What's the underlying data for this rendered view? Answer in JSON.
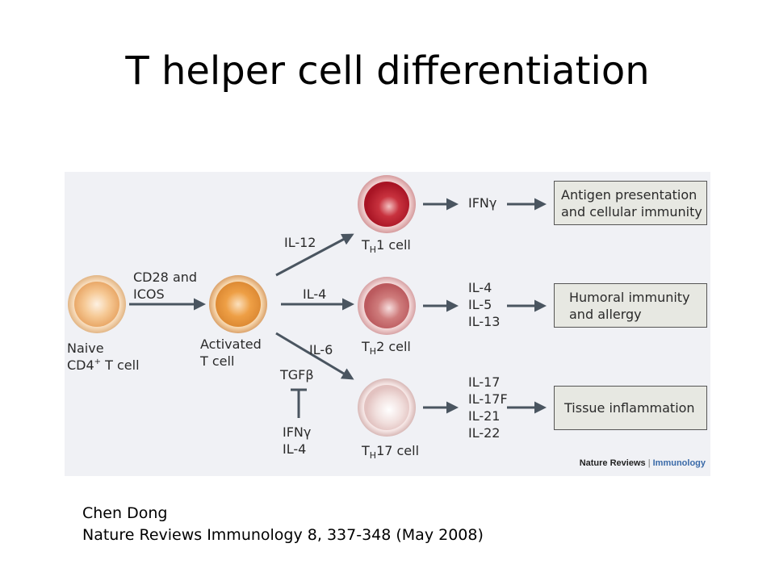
{
  "slide": {
    "title": "T helper cell differentiation"
  },
  "cells": {
    "naive_line1": "Naive",
    "naive_line2_prefix": "CD4",
    "naive_line2_sup": "+",
    "naive_line2_suffix": " T cell",
    "activated_line1": "Activated",
    "activated_line2": "T cell",
    "th1_t": "T",
    "th1_sub": "H",
    "th1_rest": "1 cell",
    "th2_t": "T",
    "th2_sub": "H",
    "th2_rest": "2 cell",
    "th17_t": "T",
    "th17_sub": "H",
    "th17_rest": "17 cell"
  },
  "signals": {
    "costim_line1": "CD28 and",
    "costim_line2": "ICOS",
    "il12": "IL-12",
    "il4": "IL-4",
    "il6": "IL-6",
    "tgfb": "TGFβ",
    "inhib_1": "IFNγ",
    "inhib_2": "IL-4"
  },
  "cytokines": {
    "th1": [
      "IFNγ"
    ],
    "th2": [
      "IL-4",
      "IL-5",
      "IL-13"
    ],
    "th17": [
      "IL-17",
      "IL-17F",
      "IL-21",
      "IL-22"
    ]
  },
  "outcomes": {
    "th1_line1": "Antigen presentation",
    "th1_line2": "and cellular immunity",
    "th2_line1": "Humoral immunity",
    "th2_line2": "and allergy",
    "th17_line1": "Tissue inflammation"
  },
  "brand": {
    "publisher": "Nature Reviews",
    "separator": "|",
    "journal": "Immunology"
  },
  "citation": {
    "author": "Chen Dong",
    "reference": "Nature Reviews Immunology 8, 337-348 (May 2008)"
  },
  "colors": {
    "panel_bg": "#f0f1f5",
    "arrow": "#4a5560",
    "naive_cell": "#f0b470",
    "activated_cell": "#e8963a",
    "th1_cell": "#b81c2c",
    "th2_cell": "#c86a6a",
    "th17_cell": "#ecd2d0",
    "outcome_box": "#e7e8e2"
  }
}
